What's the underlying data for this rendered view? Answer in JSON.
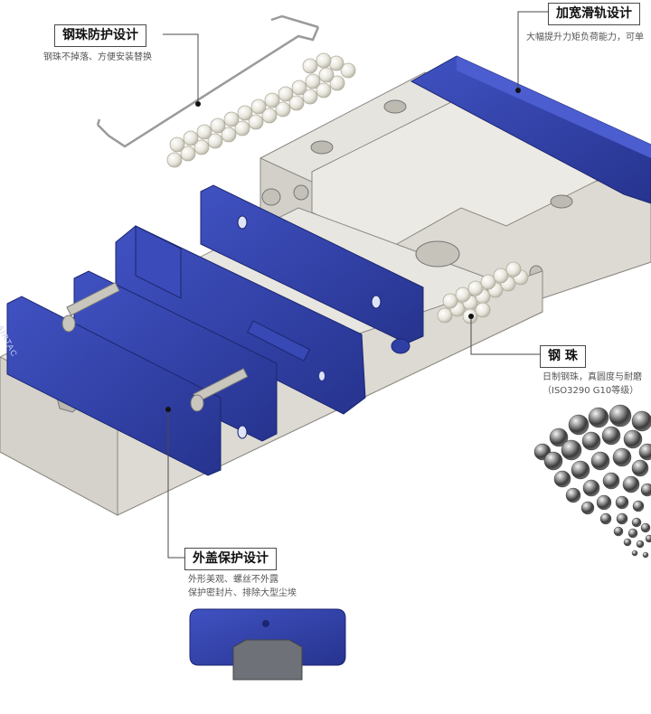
{
  "callouts": {
    "steel_ball_retainer": {
      "title": "钢珠防护设计",
      "lines": [
        "钢珠不掉落、方便安装替换"
      ]
    },
    "wide_rail": {
      "title": "加宽滑轨设计",
      "lines": [
        "大幅提升力矩负荷能力，可单"
      ]
    },
    "steel_ball": {
      "title": "钢  珠",
      "lines": [
        "日制钢珠，真圆度与耐磨",
        "（ISO3290 G10等级）"
      ]
    },
    "outer_cover": {
      "title": "外盖保护设计",
      "lines": [
        "外形美观、螺丝不外露",
        "保护密封片、排除大型尘埃"
      ]
    }
  },
  "brand_mark": "AIRTAC",
  "colors": {
    "end_cap_blue": "#2f3fa6",
    "body_gray": "#e6e4de",
    "leader_line": "#4a4a4a"
  }
}
